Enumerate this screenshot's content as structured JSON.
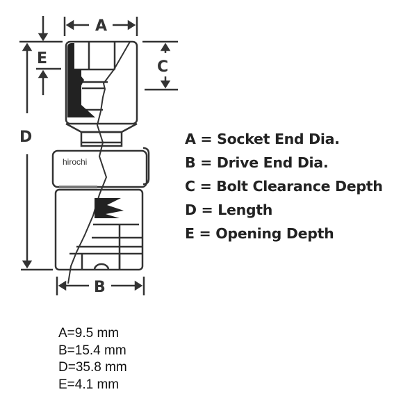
{
  "diagram": {
    "dimension_labels": {
      "a": "A",
      "b": "B",
      "c": "C",
      "d": "D",
      "e": "E"
    },
    "watermark": "hirochi"
  },
  "legend": [
    "A = Socket End Dia.",
    "B = Drive End Dia.",
    "C = Bolt Clearance Depth",
    "D = Length",
    "E = Opening Depth"
  ],
  "specs": [
    "A=9.5 mm",
    "B=15.4 mm",
    "D=35.8 mm",
    "E=4.1 mm"
  ]
}
